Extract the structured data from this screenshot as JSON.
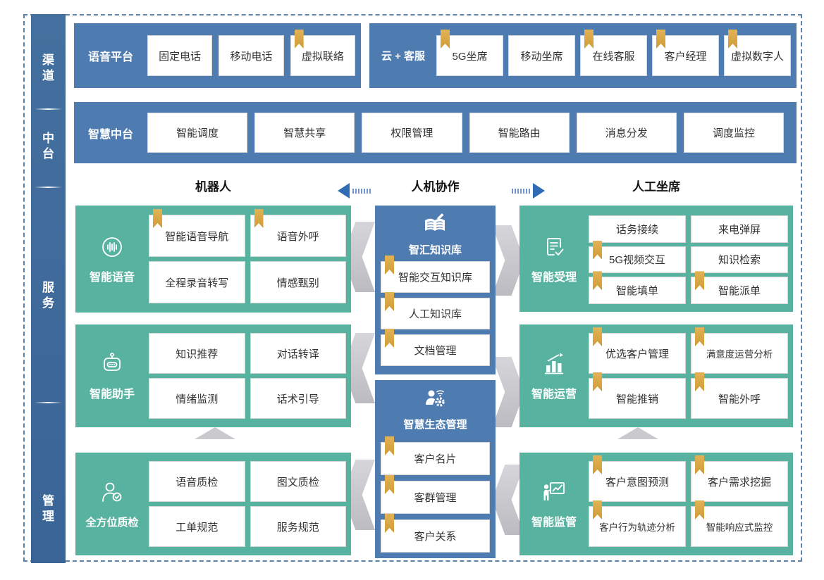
{
  "colors": {
    "block_blue": "#4e7bb0",
    "sidebar_blue": "#3f6a9d",
    "teal_green": "#58b2a0",
    "bookmark_gold": "#d8a544",
    "arrow_blue": "#2f6cb3",
    "chevron_gray": "#c6c6cb",
    "frame_dash_blue": "#5b82ab"
  },
  "sidebar": {
    "items": [
      {
        "label": "渠道"
      },
      {
        "label": "中台"
      },
      {
        "label": "服务"
      },
      {
        "label": "管理"
      }
    ]
  },
  "voice_platform": {
    "label": "语音平台",
    "items": [
      {
        "label": "固定电话",
        "bookmark": false
      },
      {
        "label": "移动电话",
        "bookmark": false
      },
      {
        "label": "虚拟联络",
        "bookmark": true
      }
    ]
  },
  "cloud_service": {
    "label": "云 + 客服",
    "items": [
      {
        "label": "5G坐席",
        "bookmark": true
      },
      {
        "label": "移动坐席",
        "bookmark": false
      },
      {
        "label": "在线客服",
        "bookmark": true
      },
      {
        "label": "客户经理",
        "bookmark": true
      },
      {
        "label": "虚拟数字人",
        "bookmark": true
      }
    ]
  },
  "middle_platform": {
    "label": "智慧中台",
    "items": [
      {
        "label": "智能调度",
        "bookmark": false
      },
      {
        "label": "智慧共享",
        "bookmark": false
      },
      {
        "label": "权限管理",
        "bookmark": false
      },
      {
        "label": "智能路由",
        "bookmark": false
      },
      {
        "label": "消息分发",
        "bookmark": false
      },
      {
        "label": "调度监控",
        "bookmark": false
      }
    ]
  },
  "collaboration": {
    "left_label": "机器人",
    "center_label": "人机协作",
    "right_label": "人工坐席"
  },
  "robot_column": [
    {
      "title": "智能语音",
      "icon": "voice-icon",
      "items": [
        {
          "label": "智能语音导航",
          "bookmark": true
        },
        {
          "label": "语音外呼",
          "bookmark": true
        },
        {
          "label": "全程录音转写",
          "bookmark": false
        },
        {
          "label": "情感甄别",
          "bookmark": false
        }
      ]
    },
    {
      "title": "智能助手",
      "icon": "robot-icon",
      "items": [
        {
          "label": "知识推荐",
          "bookmark": false
        },
        {
          "label": "对话转译",
          "bookmark": false
        },
        {
          "label": "情绪监测",
          "bookmark": false
        },
        {
          "label": "话术引导",
          "bookmark": false
        }
      ]
    },
    {
      "title": "全方位质检",
      "icon": "quality-badge-icon",
      "items": [
        {
          "label": "语音质检",
          "bookmark": false
        },
        {
          "label": "图文质检",
          "bookmark": false
        },
        {
          "label": "工单规范",
          "bookmark": false
        },
        {
          "label": "服务规范",
          "bookmark": false
        }
      ]
    }
  ],
  "center_column": [
    {
      "title": "智汇知识库",
      "icon": "book-pen-icon",
      "items": [
        {
          "label": "智能交互知识库",
          "bookmark": true
        },
        {
          "label": "人工知识库",
          "bookmark": true
        },
        {
          "label": "文档管理",
          "bookmark": true
        }
      ]
    },
    {
      "title": "智慧生态管理",
      "icon": "person-network-icon",
      "items": [
        {
          "label": "客户名片",
          "bookmark": true
        },
        {
          "label": "客群管理",
          "bookmark": true
        },
        {
          "label": "客户关系",
          "bookmark": true
        }
      ]
    }
  ],
  "agent_column": [
    {
      "title": "智能受理",
      "icon": "document-check-icon",
      "items": [
        {
          "label": "话务接续",
          "bookmark": false
        },
        {
          "label": "来电弹屏",
          "bookmark": false
        },
        {
          "label": "5G视频交互",
          "bookmark": true
        },
        {
          "label": "知识检索",
          "bookmark": false
        },
        {
          "label": "智能填单",
          "bookmark": true
        },
        {
          "label": "智能派单",
          "bookmark": true
        }
      ]
    },
    {
      "title": "智能运营",
      "icon": "chart-growth-icon",
      "items": [
        {
          "label": "优选客户管理",
          "bookmark": true
        },
        {
          "label": "满意度运营分析",
          "bookmark": true
        },
        {
          "label": "智能推销",
          "bookmark": true
        },
        {
          "label": "智能外呼",
          "bookmark": true
        }
      ]
    },
    {
      "title": "智能监管",
      "icon": "presenter-board-icon",
      "items": [
        {
          "label": "客户意图预测",
          "bookmark": true
        },
        {
          "label": "客户需求挖掘",
          "bookmark": true
        },
        {
          "label": "客户行为轨迹分析",
          "bookmark": true
        },
        {
          "label": "智能响应式监控",
          "bookmark": true
        }
      ]
    }
  ]
}
